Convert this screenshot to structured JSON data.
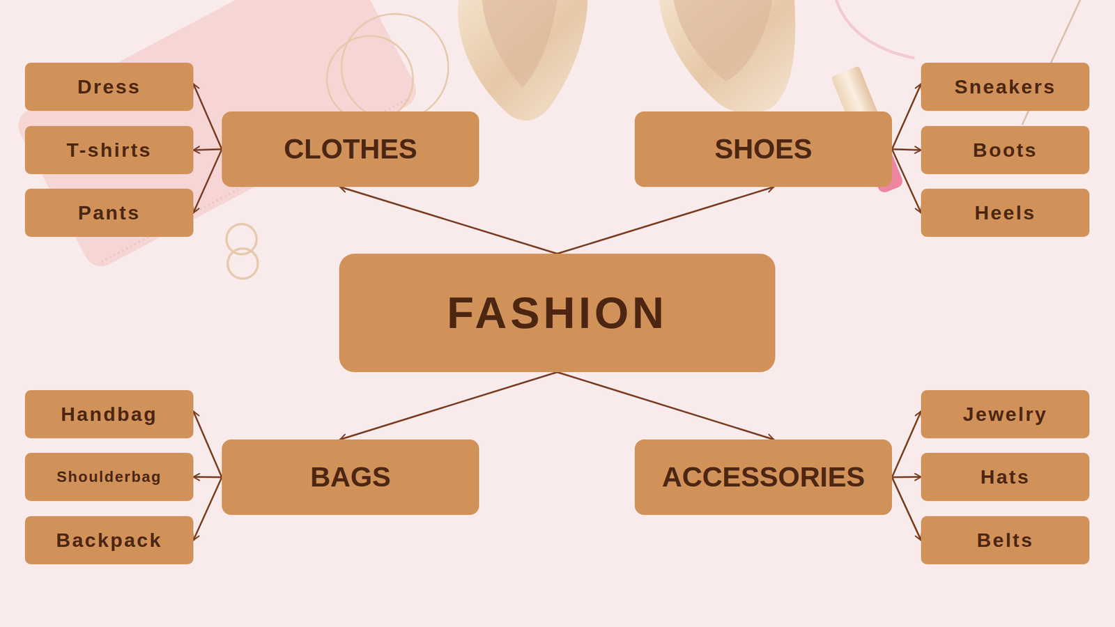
{
  "diagram": {
    "nodes": [
      {
        "text": [
          "FASHION"
        ]
      },
      {
        "text": [
          "CLOTHES"
        ]
      },
      {
        "text": [
          "Dress"
        ]
      },
      {
        "text": [
          "T-shirts"
        ]
      },
      {
        "text": [
          "Pants"
        ]
      },
      {
        "text": [
          "SHOES"
        ]
      },
      {
        "text": [
          "Sneakers"
        ]
      },
      {
        "text": [
          "Boots"
        ]
      },
      {
        "text": [
          "Heels"
        ]
      },
      {
        "text": [
          "BAGS"
        ]
      },
      {
        "text": [
          "Handbag"
        ]
      },
      {
        "text": [
          "Shoulderbag"
        ]
      },
      {
        "text": [
          "Backpack"
        ]
      },
      {
        "text": [
          "ACCESSORIES"
        ]
      },
      {
        "text": [
          "Jewelry"
        ]
      },
      {
        "text": [
          "Hats"
        ]
      },
      {
        "text": [
          "Belts"
        ]
      }
    ],
    "edges": [
      {
        "from": 0,
        "to": 1,
        "arrow": "to"
      },
      {
        "from": 1,
        "to": 2,
        "arrow": "to"
      },
      {
        "from": 1,
        "to": 3,
        "arrow": "to"
      },
      {
        "from": 1,
        "to": 4,
        "arrow": "to"
      },
      {
        "from": 0,
        "to": 5,
        "arrow": "to"
      },
      {
        "from": 5,
        "to": 6,
        "arrow": "to"
      },
      {
        "from": 5,
        "to": 7,
        "arrow": "to"
      },
      {
        "from": 5,
        "to": 8,
        "arrow": "to"
      },
      {
        "from": 0,
        "to": 9,
        "arrow": "to"
      },
      {
        "from": 9,
        "to": 10,
        "arrow": "to"
      },
      {
        "from": 9,
        "to": 11,
        "arrow": "to"
      },
      {
        "from": 9,
        "to": 12,
        "arrow": "to"
      },
      {
        "from": 0,
        "to": 13,
        "arrow": "to"
      },
      {
        "from": 13,
        "to": 14,
        "arrow": "to"
      },
      {
        "from": 13,
        "to": 15,
        "arrow": "to"
      },
      {
        "from": 13,
        "to": 16,
        "arrow": "to"
      }
    ]
  }
}
